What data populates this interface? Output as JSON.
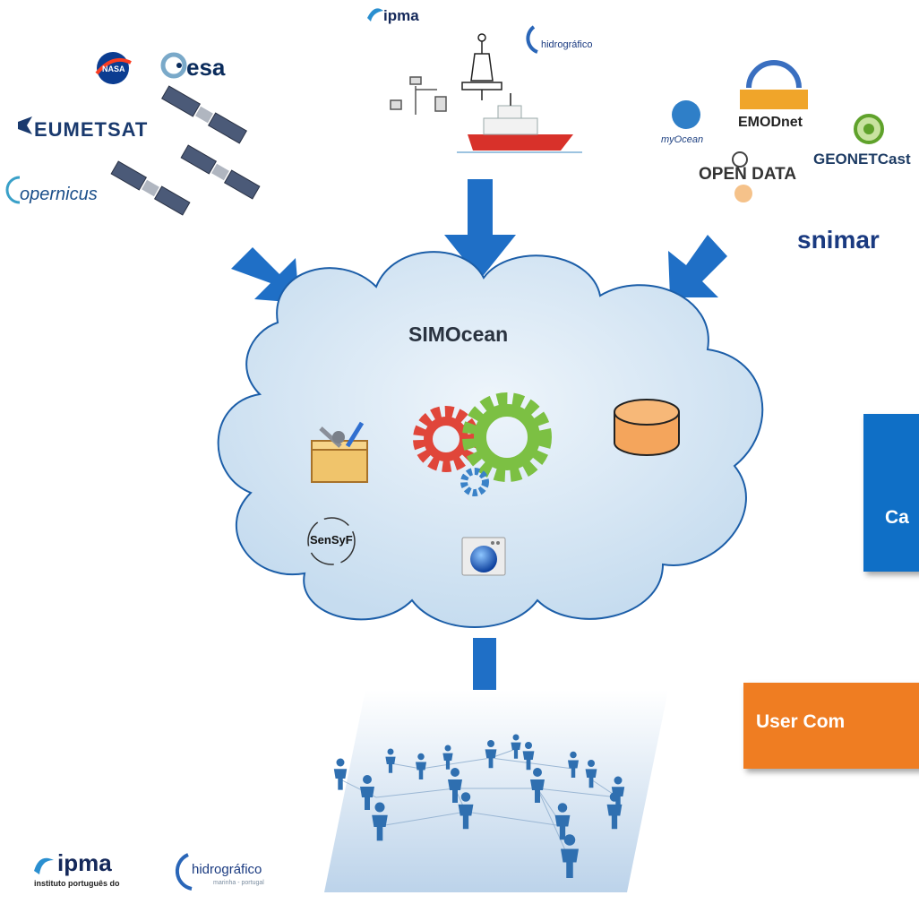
{
  "sources": {
    "satellite": {
      "nasa": "NASA",
      "esa": "esa",
      "eumetsat": "EUMETSAT",
      "copernicus": "opernicus"
    },
    "in_situ": {
      "ipma": "ipma",
      "hidrografico": "hidrográfico"
    },
    "external": {
      "myocean": "myOcean",
      "emodnet": "EMODnet",
      "geonetcast": "GEONETCast",
      "opendata": "OPEN DATA",
      "snimar": "snimar"
    }
  },
  "cloud": {
    "title": "SIMOcean",
    "sensyf": "SenSyF"
  },
  "boxes": {
    "blue_label": "Ca",
    "orange_label": "User Com"
  },
  "footer": {
    "ipma": "ipma",
    "ipma_sub": "instituto português do",
    "hidrografico": "hidrográfico",
    "hidrografico_sub": "marinha - portugal"
  },
  "colors": {
    "arrow": "#1f6fc6",
    "cloud_fill": "#d4e6f4",
    "cloud_stroke": "#1c5ea8",
    "blue_box": "#0f6fc6",
    "orange_box": "#ef7d22",
    "gear_red": "#e0463a",
    "gear_green": "#7cc043",
    "gear_blue": "#3a82c8",
    "database": "#f4a55c"
  }
}
